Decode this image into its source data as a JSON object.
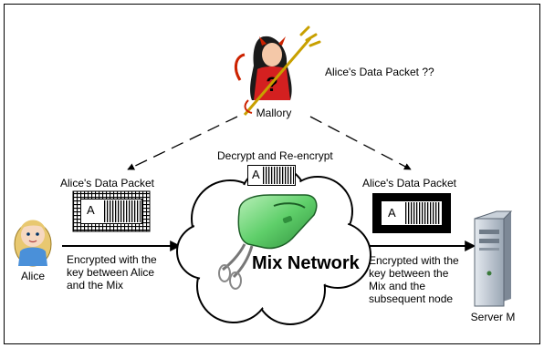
{
  "title_label": "Alice's Data Packet ??",
  "mallory_label": "Mallory",
  "decrypt_label": "Decrypt and Re-encrypt",
  "left_packet_label": "Alice's Data Packet",
  "right_packet_label": "Alice's Data Packet",
  "packet_letter": "A",
  "mix_label": "Mix Network",
  "alice_label": "Alice",
  "server_label": "Server M",
  "left_caption": [
    "Encrypted with the",
    "key between Alice",
    "and the Mix"
  ],
  "right_caption": [
    "Encrypted with the",
    "key between the",
    "Mix and the",
    "subsequent node"
  ]
}
